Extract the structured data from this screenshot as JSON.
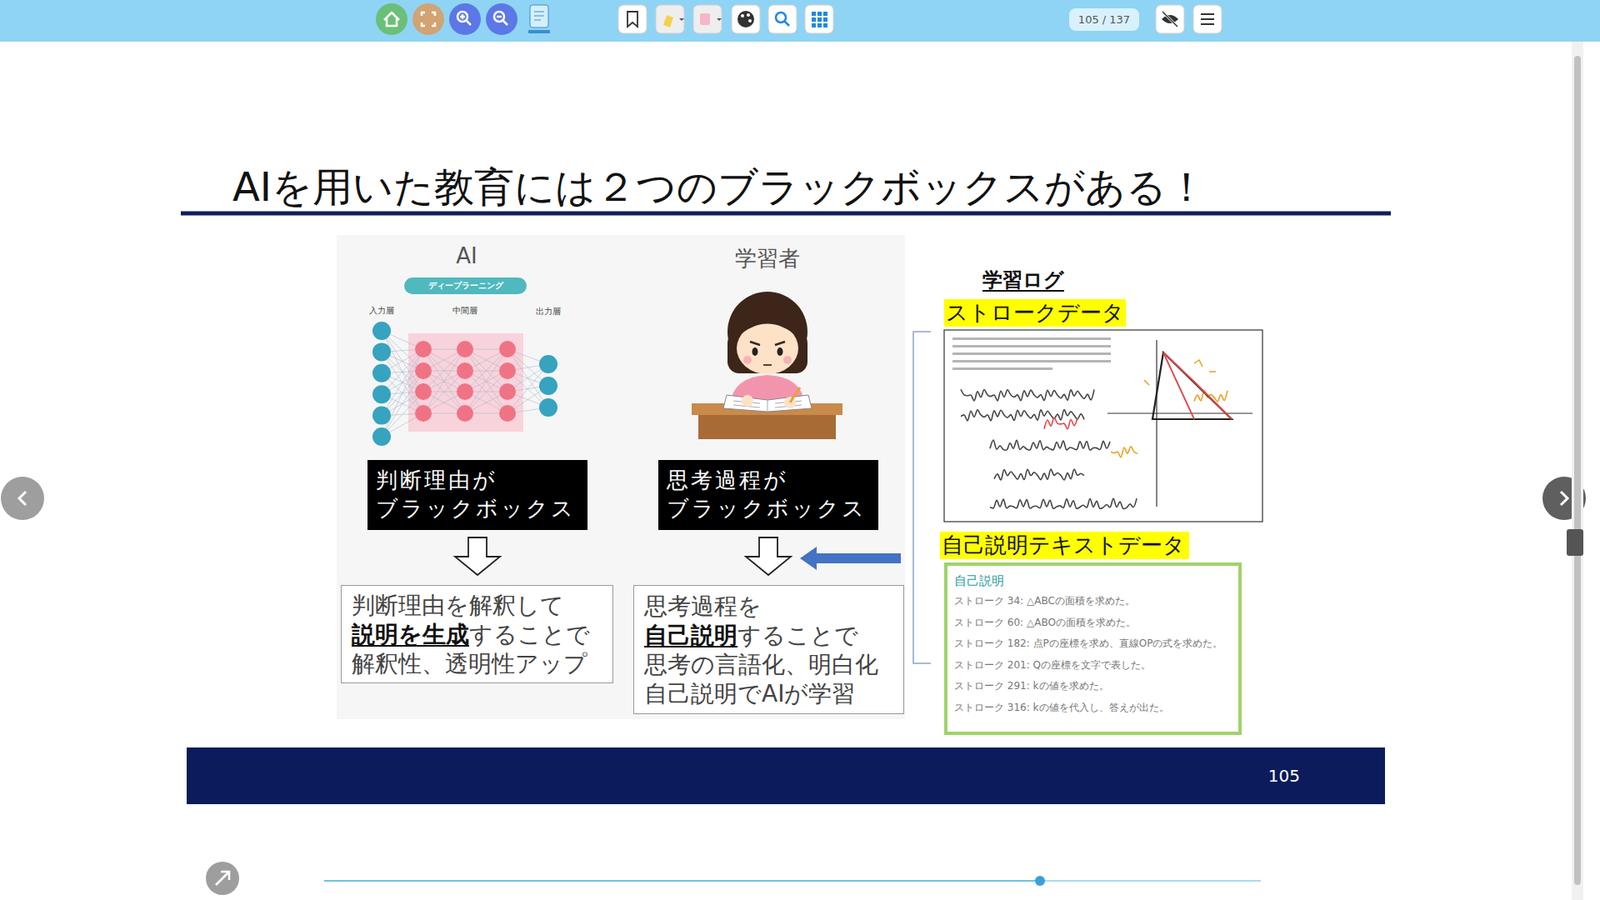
{
  "diagram": {
    "title": "AIを用いた教育には２つのブラックボックスがある！",
    "nodes": [
      {
        "text": [
          "105 / 137"
        ]
      },
      {
        "text": [
          "ディープラーニング"
        ]
      },
      {
        "text": [
          "判断理由が ブラックボックス"
        ]
      },
      {
        "text": [
          "判断理由を解釈して 説明を生成することで 解釈性、透明性アップ"
        ]
      },
      {
        "text": [
          "思考過程が ブラックボックス"
        ]
      },
      {
        "text": [
          "思考過程を 自己説明することで 思考の言語化、明白化 自己説明でAIが学習"
        ]
      },
      {
        "text": [
          "ストロークデータ"
        ]
      },
      {
        "text": [
          "自己説明テキストデータ"
        ]
      },
      {
        "text": [
          "自己説明",
          "ストローク 34: △ABCの面積を求めた。",
          "ストローク 60: △ABOの面積を求めた。",
          "ストローク 182: 点Pの座標を求め、直線OPの式を求めた。",
          "ストローク 201: Qの座標を文字で表した。",
          "ストローク 291: kの値を求めた。",
          "ストローク 316: kの値を代入し、答えが出た。"
        ]
      },
      {
        "text": [
          "105"
        ]
      }
    ],
    "edges": [
      {
        "from": 2,
        "to": 3,
        "arrow": "to"
      },
      {
        "from": 4,
        "to": 5,
        "arrow": "to"
      }
    ],
    "labels": [
      "AI",
      "学習者",
      "入力層",
      "中間層",
      "出力層",
      "学習ログ"
    ]
  }
}
